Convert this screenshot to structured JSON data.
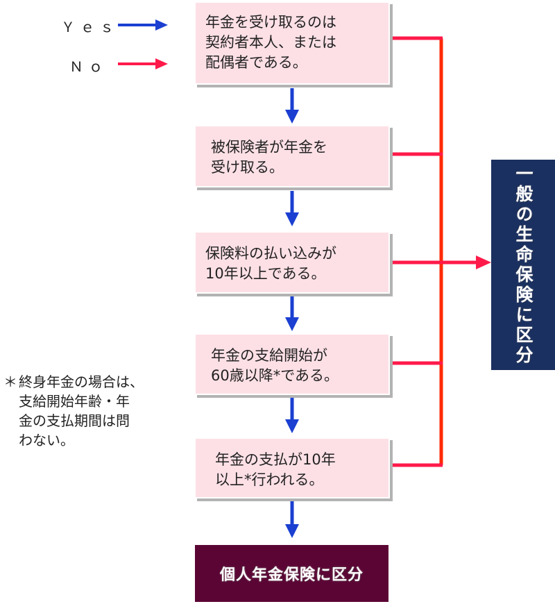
{
  "legend": {
    "yes_label": "Ｙｅｓ",
    "no_label": "Ｎｏ",
    "yes_color": "#1a3fd1",
    "no_color": "#ff1a4a"
  },
  "steps": [
    {
      "text": "年金を受け取るのは\n契約者本人、または\n配偶者である。"
    },
    {
      "text": "被保険者が年金を\n受け取る。"
    },
    {
      "text": "保険料の払い込みが\n10年以上である。"
    },
    {
      "text": "年金の支給開始が\n60歳以降*である。"
    },
    {
      "text": "年金の支払が10年\n以上*行われる。"
    }
  ],
  "result_no": "一般の生命保険に区分",
  "result_yes": "個人年金保険に区分",
  "note": {
    "marker": "＊",
    "text": "終身年金の場合は、\n支給開始年齢・年\n金の支払期間は問\nわない。"
  },
  "colors": {
    "box_fill": "#fde0e6",
    "result_no_fill": "#1a3060",
    "result_yes_fill": "#5b0535",
    "connector": "#ff2200"
  }
}
